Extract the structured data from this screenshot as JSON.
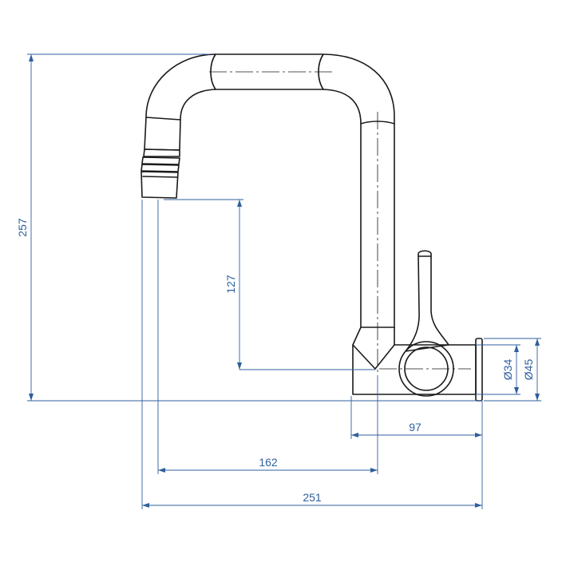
{
  "colors": {
    "outline": "#1a1a1a",
    "dimension": "#2f5f9e",
    "background": "#ffffff"
  },
  "dimensions": {
    "total_height": "257",
    "spout_outlet_height": "127",
    "body_depth": "97",
    "spout_reach": "162",
    "total_reach": "251",
    "inner_diameter": "Ø34",
    "outer_diameter": "Ø45"
  }
}
